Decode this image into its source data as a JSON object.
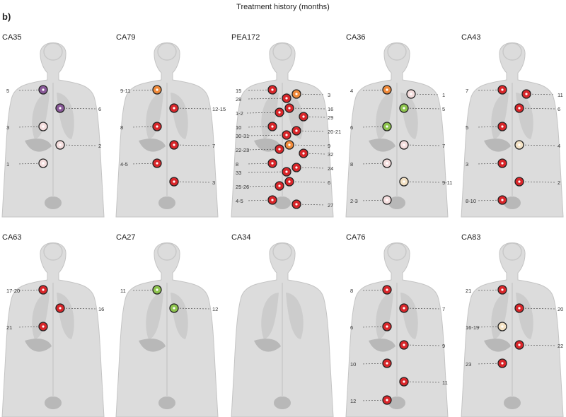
{
  "figure": {
    "panel_label": "b)",
    "title": "Treatment history (months)"
  },
  "colors": {
    "body_fill": "#dcdcdc",
    "body_stroke": "#c4c4c4",
    "organ_fill": "#c8c8c8",
    "marker_red": "#d9262a",
    "marker_dark_red": "#b81e24",
    "marker_orange": "#f08a3a",
    "marker_green": "#8ec44e",
    "marker_purple": "#8a5a99",
    "marker_light": "#f5dede",
    "marker_pale": "#f4e2c4"
  },
  "patients": [
    {
      "id": "CA35",
      "labels": [
        {
          "text": "5",
          "color": "purple"
        },
        {
          "text": "6",
          "color": "purple"
        },
        {
          "text": "3",
          "color": "light"
        },
        {
          "text": "2",
          "color": "light"
        },
        {
          "text": "1",
          "color": "light"
        }
      ]
    },
    {
      "id": "CA79",
      "labels": [
        {
          "text": "9-11",
          "color": "orange"
        },
        {
          "text": "12-15",
          "color": "red"
        },
        {
          "text": "8",
          "color": "red"
        },
        {
          "text": "7",
          "color": "red"
        },
        {
          "text": "4-5",
          "color": "red"
        },
        {
          "text": "3",
          "color": "red"
        }
      ]
    },
    {
      "id": "PEA172",
      "labels": [
        {
          "text": "15",
          "color": "red"
        },
        {
          "text": "16",
          "color": "red"
        },
        {
          "text": "10",
          "color": "red"
        },
        {
          "text": "9",
          "color": "orange"
        },
        {
          "text": "8",
          "color": "red"
        },
        {
          "text": "6",
          "color": "red"
        },
        {
          "text": "4-5",
          "color": "red"
        },
        {
          "text": "3",
          "color": "orange"
        },
        {
          "text": "1-2",
          "color": "red"
        },
        {
          "text": "20-21",
          "color": "red"
        },
        {
          "text": "22-23",
          "color": "red"
        },
        {
          "text": "24",
          "color": "red"
        },
        {
          "text": "25-26",
          "color": "red"
        },
        {
          "text": "27",
          "color": "red"
        },
        {
          "text": "28",
          "color": "red"
        },
        {
          "text": "29",
          "color": "red"
        },
        {
          "text": "30-31",
          "color": "red"
        },
        {
          "text": "32",
          "color": "red"
        },
        {
          "text": "33",
          "color": "red"
        }
      ]
    },
    {
      "id": "CA36",
      "labels": [
        {
          "text": "4",
          "color": "orange"
        },
        {
          "text": "5",
          "color": "green"
        },
        {
          "text": "6",
          "color": "green"
        },
        {
          "text": "7",
          "color": "light"
        },
        {
          "text": "8",
          "color": "light"
        },
        {
          "text": "9-11",
          "color": "pale"
        },
        {
          "text": "2-3",
          "color": "light"
        },
        {
          "text": "1",
          "color": "light"
        }
      ]
    },
    {
      "id": "CA43",
      "labels": [
        {
          "text": "7",
          "color": "red"
        },
        {
          "text": "6",
          "color": "red"
        },
        {
          "text": "5",
          "color": "red"
        },
        {
          "text": "4",
          "color": "pale"
        },
        {
          "text": "3",
          "color": "red"
        },
        {
          "text": "2",
          "color": "red"
        },
        {
          "text": "8-10",
          "color": "red"
        },
        {
          "text": "11",
          "color": "red"
        }
      ]
    },
    {
      "id": "CA63",
      "labels": [
        {
          "text": "17-20",
          "color": "red"
        },
        {
          "text": "16",
          "color": "red"
        },
        {
          "text": "21",
          "color": "red"
        }
      ]
    },
    {
      "id": "CA27",
      "labels": [
        {
          "text": "11",
          "color": "green"
        },
        {
          "text": "12",
          "color": "green"
        }
      ]
    },
    {
      "id": "CA34",
      "labels": []
    },
    {
      "id": "CA76",
      "labels": [
        {
          "text": "8",
          "color": "red"
        },
        {
          "text": "7",
          "color": "red"
        },
        {
          "text": "6",
          "color": "red"
        },
        {
          "text": "9",
          "color": "red"
        },
        {
          "text": "10",
          "color": "red"
        },
        {
          "text": "11",
          "color": "red"
        },
        {
          "text": "12",
          "color": "red"
        }
      ]
    },
    {
      "id": "CA83",
      "labels": [
        {
          "text": "21",
          "color": "red"
        },
        {
          "text": "20",
          "color": "red"
        },
        {
          "text": "16-19",
          "color": "pale"
        },
        {
          "text": "22",
          "color": "red"
        },
        {
          "text": "23",
          "color": "red"
        }
      ]
    }
  ]
}
